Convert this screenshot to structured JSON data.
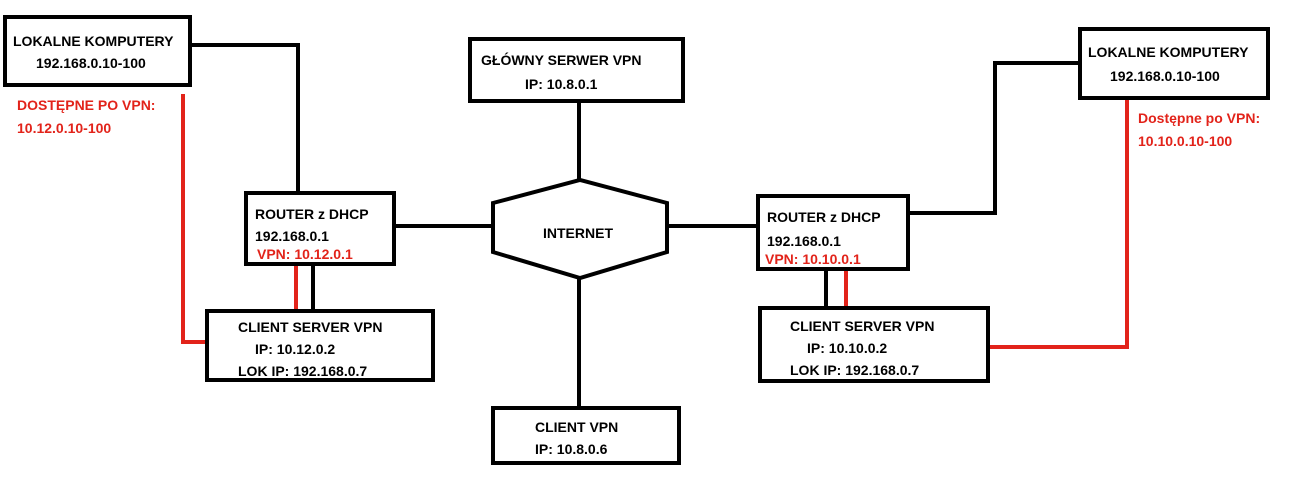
{
  "colors": {
    "line": "#000000",
    "vpn_link": "#e2231a",
    "vpn_text": "#e2231a"
  },
  "main_vpn_server": {
    "title": "GŁÓWNY SERWER VPN",
    "ip": "IP: 10.8.0.1"
  },
  "internet": {
    "label": "INTERNET"
  },
  "client_vpn": {
    "title": "CLIENT VPN",
    "ip": "IP: 10.8.0.6"
  },
  "left": {
    "local_computers": {
      "title": "LOKALNE KOMPUTERY",
      "range": "192.168.0.10-100"
    },
    "vpn_access": {
      "label": "DOSTĘPNE PO VPN:",
      "range": "10.12.0.10-100"
    },
    "router": {
      "title": "ROUTER z DHCP",
      "ip": "192.168.0.1",
      "vpn": "VPN: 10.12.0.1"
    },
    "client_server": {
      "title": "CLIENT SERVER VPN",
      "ip": "IP: 10.12.0.2",
      "lok_ip": "LOK IP: 192.168.0.7"
    }
  },
  "right": {
    "local_computers": {
      "title": "LOKALNE KOMPUTERY",
      "range": "192.168.0.10-100"
    },
    "vpn_access": {
      "label": "Dostępne po VPN:",
      "range": "10.10.0.10-100"
    },
    "router": {
      "title": "ROUTER z DHCP",
      "ip": "192.168.0.1",
      "vpn": "VPN: 10.10.0.1"
    },
    "client_server": {
      "title": "CLIENT SERVER VPN",
      "ip": "IP: 10.10.0.2",
      "lok_ip": "LOK IP: 192.168.0.7"
    }
  }
}
